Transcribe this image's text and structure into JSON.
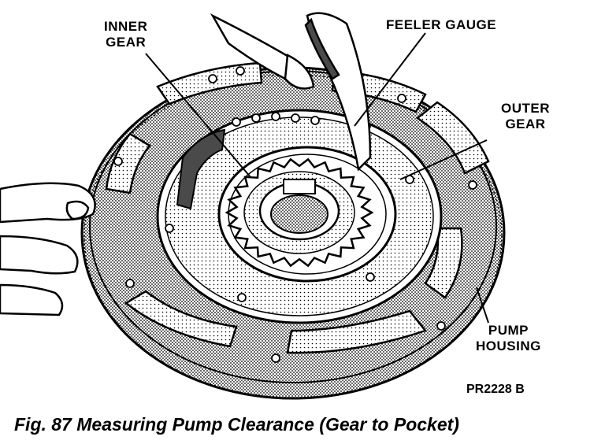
{
  "labels": {
    "inner_gear": [
      "INNER",
      "GEAR"
    ],
    "feeler_gauge": "FEELER GAUGE",
    "outer_gear": [
      "OUTER",
      "GEAR"
    ],
    "pump_housing": [
      "PUMP",
      "HOUSING"
    ]
  },
  "figure_id": "PR2228 B",
  "caption": "Fig. 87 Measuring Pump Clearance (Gear to Pocket)",
  "colors": {
    "ink": "#000000",
    "paper": "#ffffff",
    "shade": "#9a9a9a",
    "dark_shade": "#4a4a4a"
  }
}
